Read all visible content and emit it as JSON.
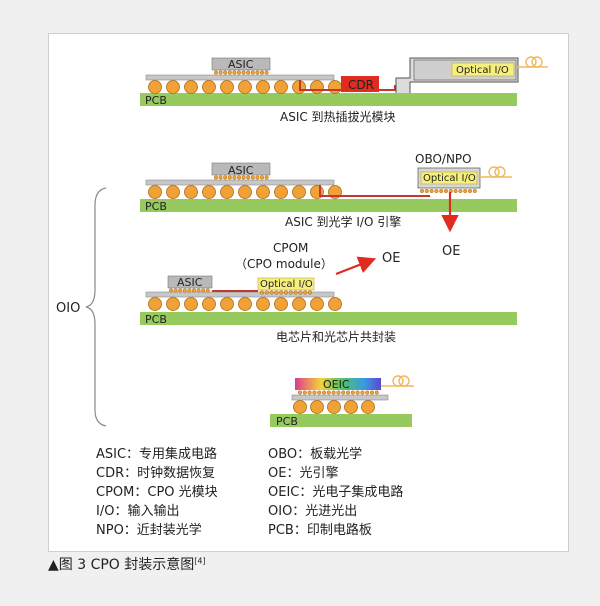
{
  "colors": {
    "pcb": "#96c95e",
    "bump": "#f0a238",
    "bump_edge": "#b06a10",
    "asic": "#b9b9b9",
    "substrate": "#c7c7c7",
    "cdr": "#e02b20",
    "trace": "#c0392b",
    "optical_io": "#f6ef7e",
    "arrow": "#e02b20",
    "fiber": "#f0b860"
  },
  "diagram": {
    "row1": {
      "asic": "ASIC",
      "cdr": "CDR",
      "optical_io": "Optical I/O",
      "pcb": "PCB",
      "caption": "ASIC 到热插拔光模块"
    },
    "row2": {
      "asic": "ASIC",
      "module_label": "OBO/NPO",
      "optical_io": "Optical I/O",
      "pcb": "PCB",
      "caption": "ASIC 到光学 I/O 引擎",
      "oe": "OE"
    },
    "row3": {
      "cpom": "CPOM",
      "cpom_sub": "（CPO module）",
      "oe": "OE",
      "asic": "ASIC",
      "optical_io": "Optical I/O",
      "pcb": "PCB",
      "caption": "电芯片和光芯片共封装"
    },
    "row4": {
      "oeic": "OEIC",
      "pcb": "PCB"
    },
    "bracket_label": "OIO"
  },
  "legend": {
    "left": [
      "ASIC：专用集成电路",
      "CDR：时钟数据恢复",
      "CPOM：CPO 光模块",
      "I/O：输入输出",
      "NPO：近封装光学"
    ],
    "right": [
      "OBO：板载光学",
      "OE：光引擎",
      "OEIC：光电子集成电路",
      "OIO：光进光出",
      "PCB：印制电路板"
    ]
  },
  "caption": {
    "text": "▲图 3  CPO 封装示意图",
    "ref": "[4]"
  }
}
